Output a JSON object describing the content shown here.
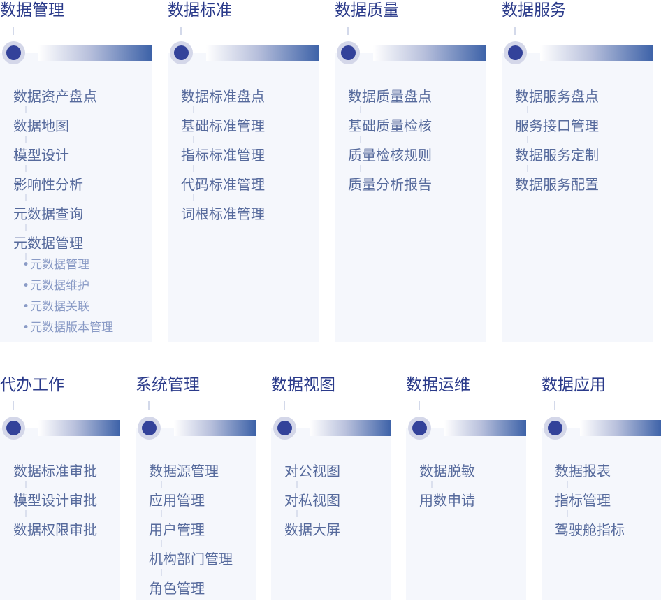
{
  "top": [
    {
      "title": "数据管理",
      "items": [
        "数据资产盘点",
        "数据地图",
        "模型设计",
        "影响性分析",
        "元数据查询",
        "元数据管理"
      ],
      "subitems": [
        "元数据管理",
        "元数据维护",
        "元数据关联",
        "元数据版本管理"
      ]
    },
    {
      "title": "数据标准",
      "items": [
        "数据标准盘点",
        "基础标准管理",
        "指标标准管理",
        "代码标准管理",
        "词根标准管理"
      ]
    },
    {
      "title": "数据质量",
      "items": [
        "数据质量盘点",
        "基础质量检核",
        "质量检核规则",
        "质量分析报告"
      ]
    },
    {
      "title": "数据服务",
      "items": [
        "数据服务盘点",
        "服务接口管理",
        "数据服务定制",
        "数据服务配置"
      ]
    }
  ],
  "bottom": [
    {
      "title": "代办工作",
      "items": [
        "数据标准审批",
        "模型设计审批",
        "数据权限审批"
      ]
    },
    {
      "title": "系统管理",
      "items": [
        "数据源管理",
        "应用管理",
        "用户管理",
        "机构部门管理",
        "角色管理"
      ]
    },
    {
      "title": "数据视图",
      "items": [
        "对公视图",
        "对私视图",
        "数据大屏"
      ]
    },
    {
      "title": "数据运维",
      "items": [
        "数据脱敏",
        "用数申请"
      ]
    },
    {
      "title": "数据应用",
      "items": [
        "数据报表",
        "指标管理",
        "驾驶舱指标"
      ]
    }
  ],
  "colors": {
    "title": "#2a3a8a",
    "item": "#566a9c",
    "card": "#f5f7fc",
    "dot": "#33429a"
  }
}
